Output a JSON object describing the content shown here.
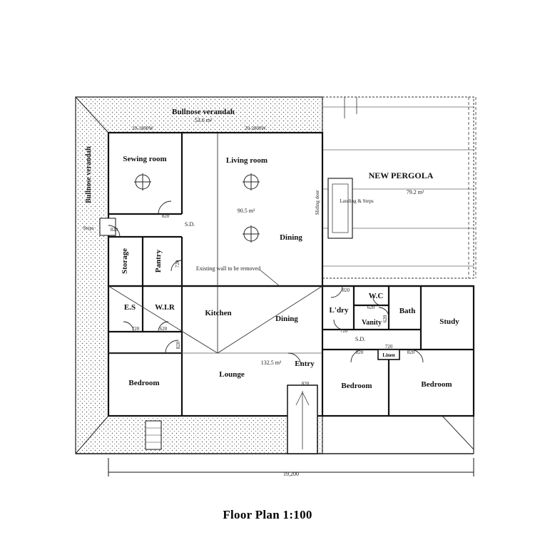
{
  "rooms": {
    "bullnose_top": "Bullnose verandah",
    "bullnose_top_area": "53.6 m²",
    "bullnose_left": "Bullnose verandah",
    "sewing": "Sewing room",
    "living": "Living room",
    "living_area": "90.5 m²",
    "dining_upper": "Dining",
    "storage": "Storage",
    "pantry": "Pantry",
    "es": "E.S",
    "wir": "W.I.R",
    "kitchen": "Kitchen",
    "dining_lower": "Dining",
    "bedroom_left": "Bedroom",
    "lounge": "Lounge",
    "lounge_area": "132.5 m²",
    "entry": "Entry",
    "ldry": "L'dry",
    "wc": "W.C",
    "vanity": "Vanity",
    "bath": "Bath",
    "study": "Study",
    "linen": "Linen",
    "bedroom_mid": "Bedroom",
    "bedroom_right": "Bedroom",
    "pergola": "NEW PERGOLA",
    "pergola_area": "79.2 m²"
  },
  "notes": {
    "existing_wall": "Existing wall to be removed",
    "sliding_door": "Sliding door",
    "landing_steps": "Landing & Steps",
    "steps_left": "Steps",
    "sd": "S.D.",
    "sd2": "S.D.",
    "dim_top_left": "20-1800W",
    "dim_top_right": "20-2800W"
  },
  "door_widths": {
    "sewing": "820",
    "storage": "820",
    "pantry": "720",
    "es": "720",
    "wir": "620",
    "bedroom_left": "820",
    "entry": "820",
    "ldry_top": "820",
    "ldry_bottom": "720",
    "vanity": "620",
    "wc": "620",
    "bedroom_mid": "820",
    "bedroom_right": "820",
    "linen": "720"
  },
  "dimension": {
    "overall_width": "19,200"
  },
  "caption": "Floor Plan  1:100"
}
